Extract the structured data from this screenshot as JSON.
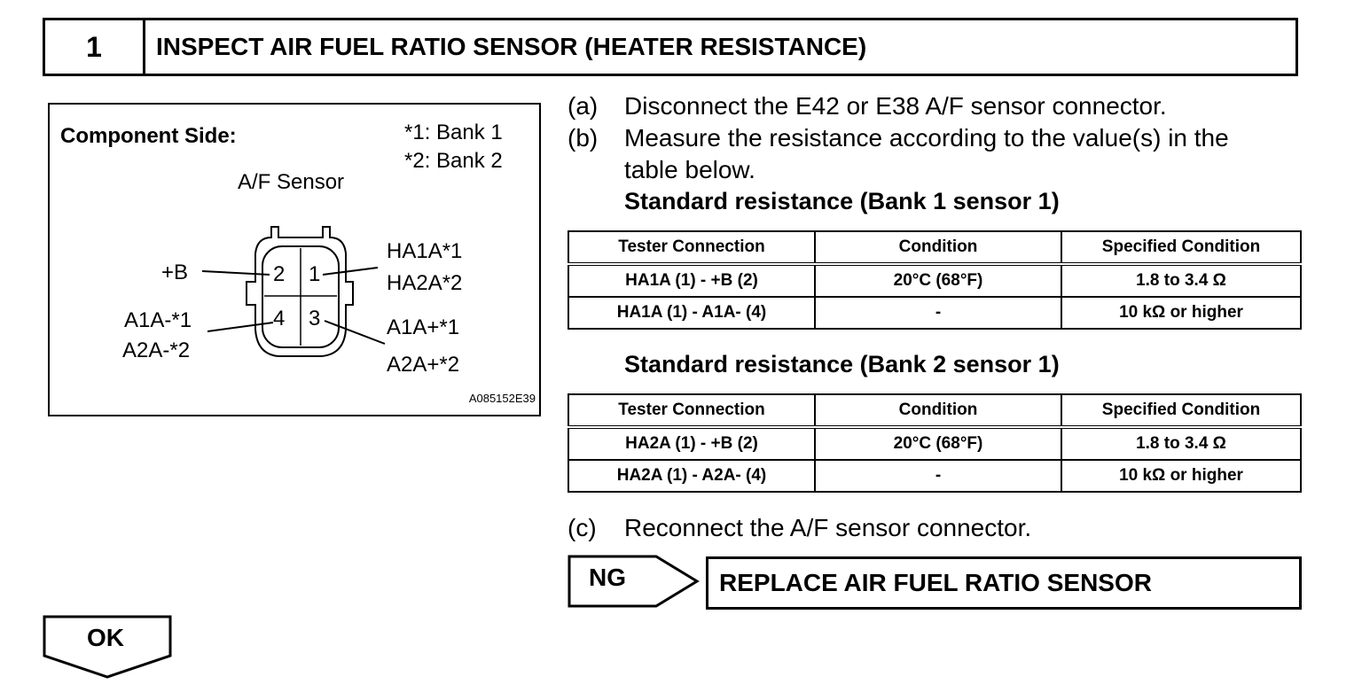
{
  "step": {
    "number": "1",
    "title": "INSPECT AIR FUEL RATIO SENSOR (HEATER RESISTANCE)"
  },
  "figure": {
    "component_side": "Component Side:",
    "bank1_note": "*1: Bank 1",
    "bank2_note": "*2: Bank 2",
    "sensor_title": "A/F Sensor",
    "pins": [
      "2",
      "1",
      "4",
      "3"
    ],
    "labels": {
      "plus_b": "+B",
      "ha1a": "HA1A*1",
      "ha2a": "HA2A*2",
      "a1a_minus": "A1A-*1",
      "a2a_minus": "A2A-*2",
      "a1a_plus": "A1A+*1",
      "a2a_plus": "A2A+*2"
    },
    "figure_id": "A085152E39"
  },
  "instructions": {
    "a_label": "(a)",
    "a_text": "Disconnect the E42 or E38 A/F sensor connector.",
    "b_label": "(b)",
    "b_text_line1": "Measure the resistance according to the value(s) in the",
    "b_text_line2": "table below.",
    "c_label": "(c)",
    "c_text": "Reconnect the A/F sensor connector."
  },
  "table1": {
    "heading": "Standard resistance (Bank 1 sensor 1)",
    "columns": [
      "Tester Connection",
      "Condition",
      "Specified Condition"
    ],
    "rows": [
      [
        "HA1A (1) - +B (2)",
        "20°C (68°F)",
        "1.8 to 3.4 Ω"
      ],
      [
        "HA1A (1) - A1A- (4)",
        "-",
        "10 kΩ or higher"
      ]
    ]
  },
  "table2": {
    "heading": "Standard resistance (Bank 2 sensor 1)",
    "columns": [
      "Tester Connection",
      "Condition",
      "Specified Condition"
    ],
    "rows": [
      [
        "HA2A (1) - +B (2)",
        "20°C (68°F)",
        "1.8 to 3.4 Ω"
      ],
      [
        "HA2A (1) - A2A- (4)",
        "-",
        "10 kΩ or higher"
      ]
    ]
  },
  "result": {
    "ng_label": "NG",
    "ng_action": "REPLACE AIR FUEL RATIO SENSOR",
    "ok_label": "OK"
  }
}
